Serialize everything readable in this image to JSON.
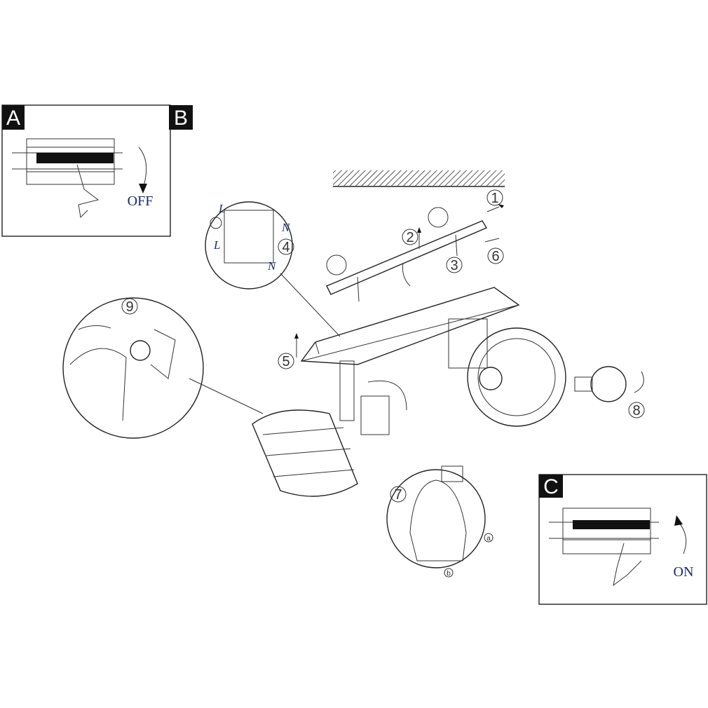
{
  "panels": {
    "a": {
      "label": "A",
      "action": "OFF"
    },
    "b": {
      "label": "B"
    },
    "c": {
      "label": "C",
      "action": "ON"
    }
  },
  "steps": [
    "1",
    "2",
    "3",
    "4",
    "5",
    "6",
    "7",
    "8",
    "9"
  ],
  "wiring": {
    "live_top": "L",
    "live_bottom": "L",
    "neutral_top": "N",
    "neutral_bottom": "N"
  },
  "shade_parts": {
    "a": "a",
    "b": "b"
  },
  "colors": {
    "ink": "#222222",
    "label_bg": "#111111",
    "wire_label": "#1a2a6c"
  }
}
